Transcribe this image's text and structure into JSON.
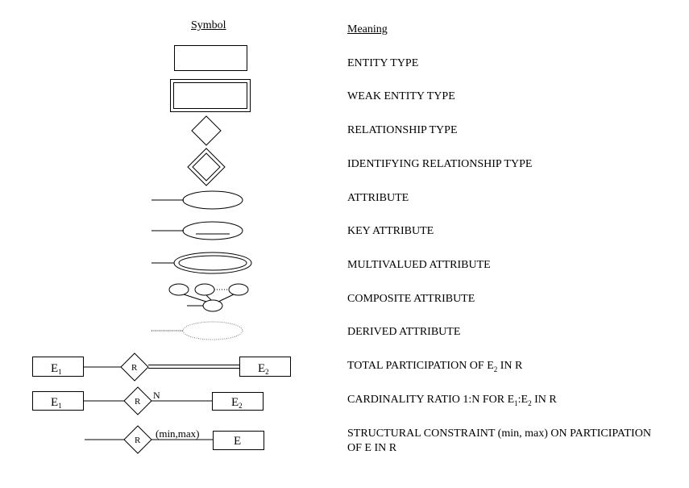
{
  "headers": {
    "symbol": "Symbol",
    "meaning": "Meaning"
  },
  "rows": [
    {
      "meaning": "ENTITY TYPE"
    },
    {
      "meaning": "WEAK ENTITY TYPE"
    },
    {
      "meaning": "RELATIONSHIP TYPE"
    },
    {
      "meaning": "IDENTIFYING RELATIONSHIP TYPE"
    },
    {
      "meaning": "ATTRIBUTE"
    },
    {
      "meaning": "KEY ATTRIBUTE"
    },
    {
      "meaning": "MULTIVALUED ATTRIBUTE"
    },
    {
      "meaning": "COMPOSITE ATTRIBUTE"
    },
    {
      "meaning": "DERIVED ATTRIBUTE"
    },
    {
      "meaning_pre": "TOTAL PARTICIPATION OF E",
      "meaning_sub": "2",
      "meaning_post": " IN R"
    },
    {
      "meaning_pre": "CARDINALITY RATIO 1:N FOR E",
      "meaning_sub": "1",
      "meaning_mid": ":E",
      "meaning_sub2": "2",
      "meaning_post": " IN R"
    },
    {
      "meaning_line1": "STRUCTURAL CONSTRAINT (min, max) ON PARTICIPATION",
      "meaning_line2": "OF E IN R"
    }
  ],
  "diagram_labels": {
    "entity_base": "E",
    "sub_1": "1",
    "sub_2": "2",
    "relationship": "R",
    "cardinality_n": "N",
    "min_max": "(min,max)",
    "entity_e": "E"
  }
}
